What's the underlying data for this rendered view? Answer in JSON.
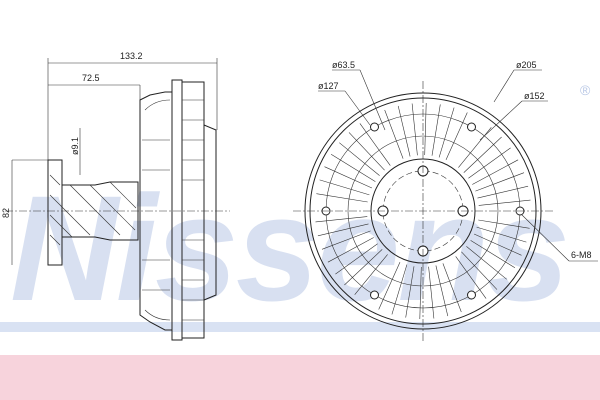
{
  "watermark": {
    "text": "Nissens",
    "registered_mark": "®",
    "color": "#b9c8e6"
  },
  "band_color": "#f7d3dc",
  "side_view": {
    "dimensions": {
      "overall_length": "133.2",
      "hub_length": "72.5",
      "pilot_diameter": "ø9.1",
      "flange_height": "82"
    }
  },
  "front_view": {
    "dimensions": {
      "d1": "ø63.5",
      "d2": "ø127",
      "d3": "ø205",
      "d4": "ø152",
      "threads": "6-M8"
    }
  }
}
